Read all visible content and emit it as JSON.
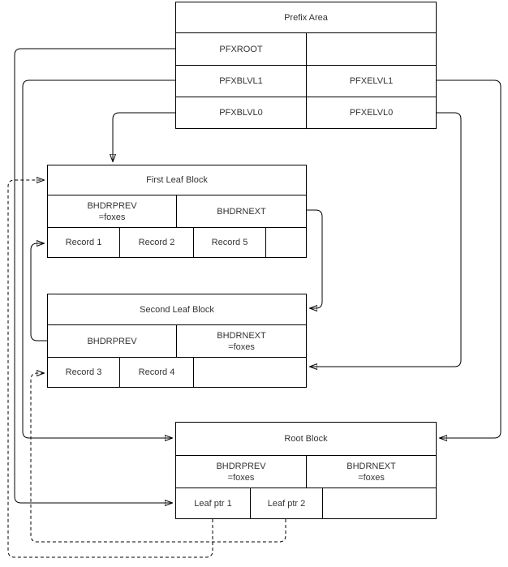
{
  "colors": {
    "background": "#ffffff",
    "line": "#000000",
    "text": "#333333"
  },
  "prefix_area": {
    "title": "Prefix Area",
    "pfxroot": "PFXROOT",
    "pfxroot_right": "",
    "pfxblvl1": "PFXBLVL1",
    "pfxelvl1": "PFXELVL1",
    "pfxblvl0": "PFXBLVL0",
    "pfxelvl0": "PFXELVL0"
  },
  "first_leaf_block": {
    "title": "First Leaf Block",
    "bhdrprev_label": "BHDRPREV",
    "bhdrprev_value": "=foxes",
    "bhdrnext_label": "BHDRNEXT",
    "bhdrnext_value": "",
    "records": [
      "Record 1",
      "Record 2",
      "Record 5",
      ""
    ]
  },
  "second_leaf_block": {
    "title": "Second Leaf Block",
    "bhdrprev_label": "BHDRPREV",
    "bhdrprev_value": "",
    "bhdrnext_label": "BHDRNEXT",
    "bhdrnext_value": "=foxes",
    "records": [
      "Record 3",
      "Record 4",
      ""
    ]
  },
  "root_block": {
    "title": "Root Block",
    "bhdrprev_label": "BHDRPREV",
    "bhdrprev_value": "=foxes",
    "bhdrnext_label": "BHDRNEXT",
    "bhdrnext_value": "=foxes",
    "pointers": [
      "Leaf ptr 1",
      "Leaf ptr 2",
      ""
    ]
  },
  "connectors": [
    {
      "from": "PFXROOT",
      "to": "Root Block (left, leaf-ptr row)",
      "style": "solid"
    },
    {
      "from": "PFXBLVL1",
      "to": "Root Block (left, header)",
      "style": "solid"
    },
    {
      "from": "PFXBLVL0",
      "to": "First Leaf Block (top)",
      "style": "solid"
    },
    {
      "from": "PFXELVL1",
      "to": "Root Block (right, header)",
      "style": "solid"
    },
    {
      "from": "PFXELVL0",
      "to": "Second Leaf Block (right, record row)",
      "style": "solid"
    },
    {
      "from": "First Leaf Block BHDRNEXT",
      "to": "Second Leaf Block (right, header)",
      "style": "solid"
    },
    {
      "from": "Second Leaf Block BHDRPREV",
      "to": "First Leaf Block (left, record row)",
      "style": "solid"
    },
    {
      "from": "Root Block Leaf ptr 1",
      "to": "First Leaf Block (left, header)",
      "style": "dashed"
    },
    {
      "from": "Root Block Leaf ptr 2",
      "to": "Second Leaf Block (left, record row)",
      "style": "dashed"
    }
  ]
}
